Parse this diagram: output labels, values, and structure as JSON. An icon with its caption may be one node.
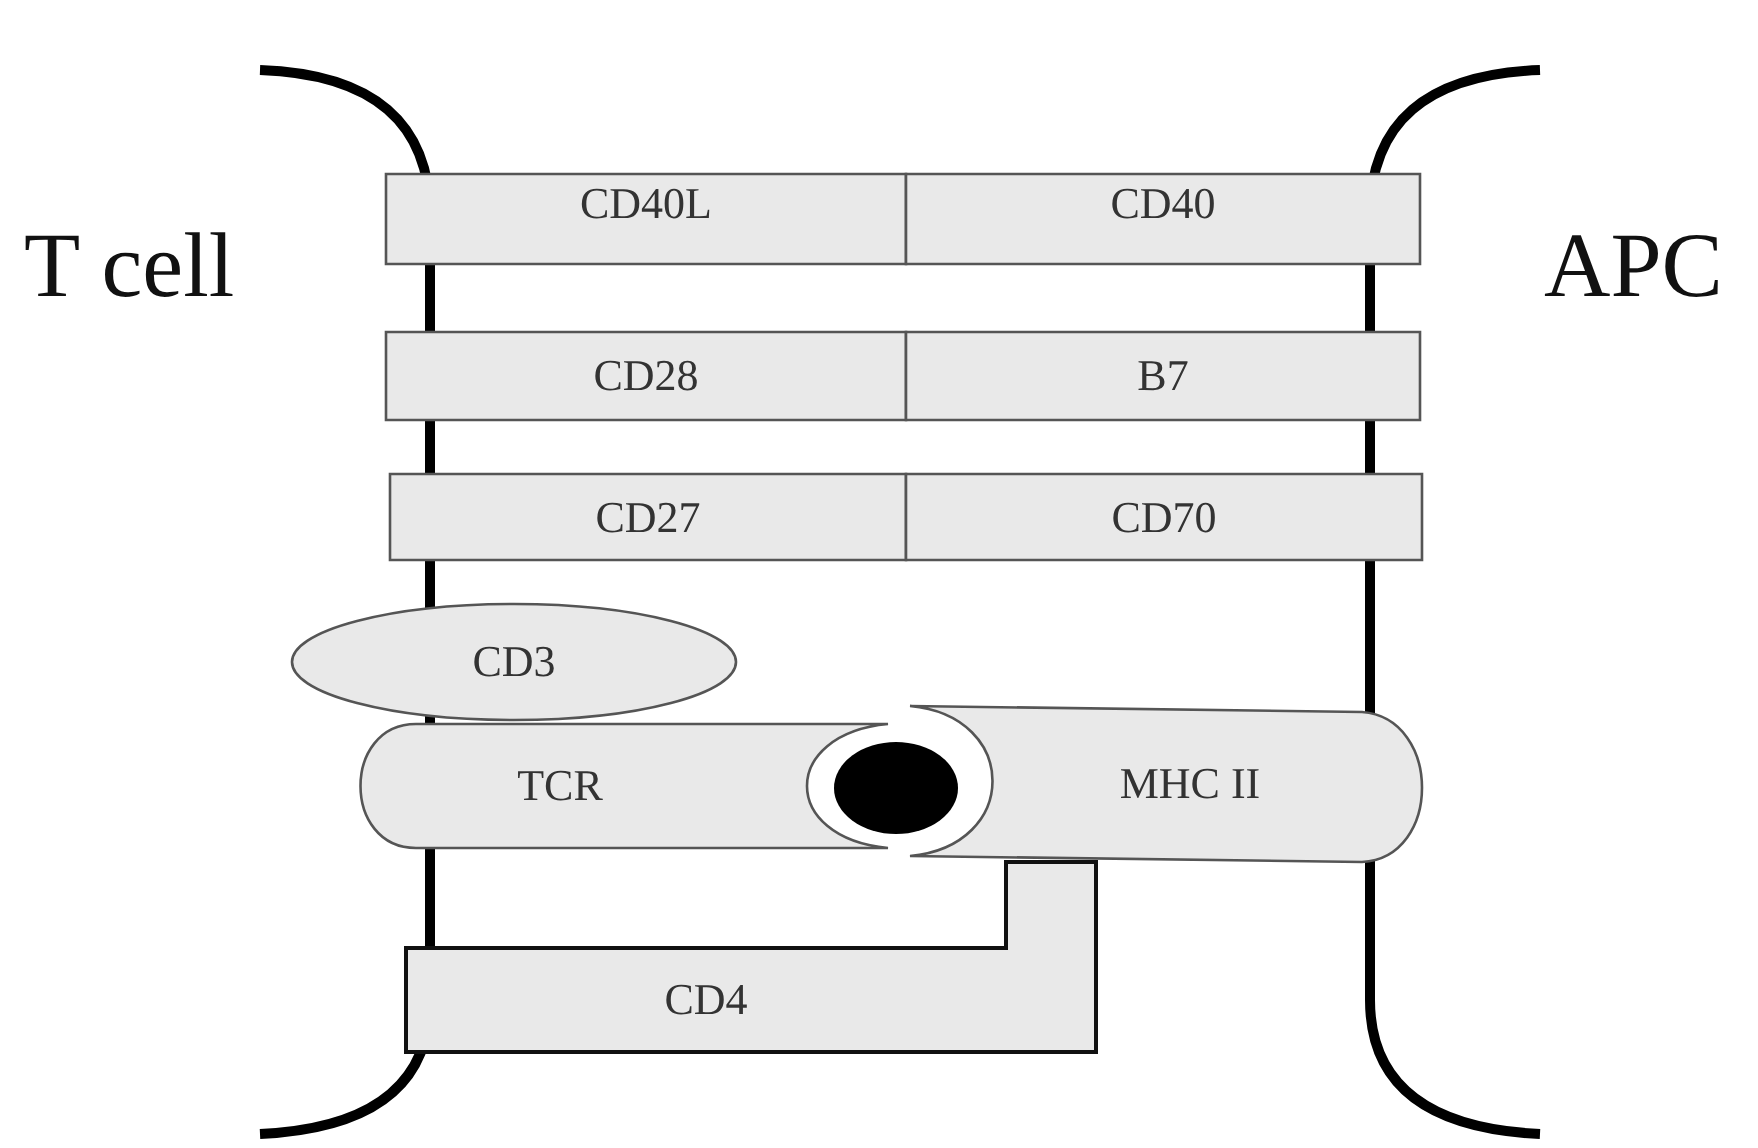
{
  "diagram": {
    "nodes": [
      {
        "text": [
          "CD40L"
        ]
      },
      {
        "text": [
          "CD40"
        ]
      },
      {
        "text": [
          "CD28"
        ]
      },
      {
        "text": [
          "B7"
        ]
      },
      {
        "text": [
          "CD27"
        ]
      },
      {
        "text": [
          "CD70"
        ]
      },
      {
        "text": [
          "CD3"
        ]
      },
      {
        "text": [
          "TCR"
        ]
      },
      {
        "text": [
          "MHC II"
        ]
      },
      {
        "text": [
          "CD4"
        ]
      }
    ],
    "labels": [
      "T cell",
      "APC"
    ]
  }
}
